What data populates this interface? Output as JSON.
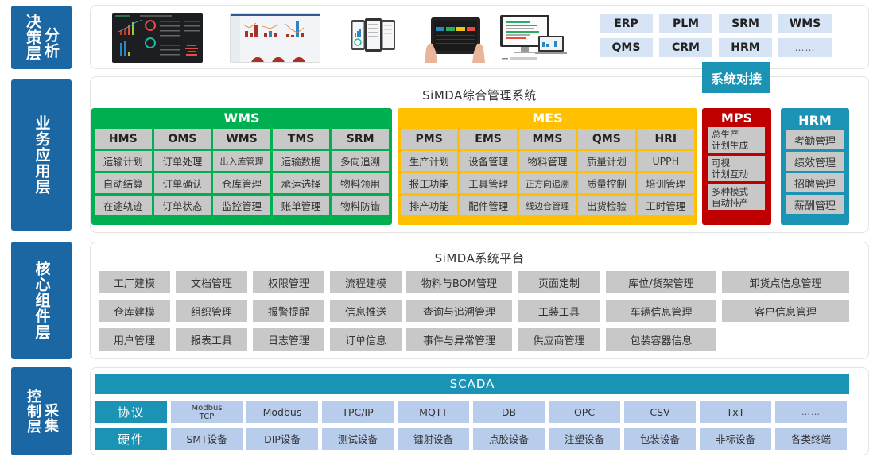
{
  "layers": {
    "decision": {
      "label_a": "决策层",
      "label_b": "分析"
    },
    "business": {
      "label": "业务应用层"
    },
    "core": {
      "label": "核心组件层"
    },
    "control": {
      "label_a": "控制层",
      "label_b": "采集"
    }
  },
  "decision_panel": {
    "visuals": [
      "dark-dashboard-screenshot",
      "light-dashboard-screenshot",
      "mobile-phones-image",
      "tablet-in-hands-image",
      "desktop-and-laptop-image"
    ],
    "external_systems": [
      "ERP",
      "PLM",
      "SRM",
      "WMS",
      "QMS",
      "CRM",
      "HRM",
      "……"
    ],
    "integration_badge": "系统对接"
  },
  "business_panel": {
    "title": "SiMDA综合管理系统",
    "colors": {
      "wms": "#00b050",
      "mes": "#ffc000",
      "mps": "#c00000",
      "hrm": "#1a93b5"
    },
    "wms": {
      "title": "WMS",
      "columns": [
        {
          "head": "HMS",
          "items": [
            "运输计划",
            "自动结算",
            "在途轨迹"
          ]
        },
        {
          "head": "OMS",
          "items": [
            "订单处理",
            "订单确认",
            "订单状态"
          ]
        },
        {
          "head": "WMS",
          "items": [
            "出入库管理",
            "仓库管理",
            "监控管理"
          ]
        },
        {
          "head": "TMS",
          "items": [
            "运输数据",
            "承运选择",
            "账单管理"
          ]
        },
        {
          "head": "SRM",
          "items": [
            "多向追溯",
            "物料领用",
            "物料防错"
          ]
        }
      ]
    },
    "mes": {
      "title": "MES",
      "columns": [
        {
          "head": "PMS",
          "items": [
            "生产计划",
            "报工功能",
            "排产功能"
          ]
        },
        {
          "head": "EMS",
          "items": [
            "设备管理",
            "工具管理",
            "配件管理"
          ]
        },
        {
          "head": "MMS",
          "items": [
            "物料管理",
            "正方向追溯",
            "线边仓管理"
          ]
        },
        {
          "head": "QMS",
          "items": [
            "质量计划",
            "质量控制",
            "出货检验"
          ]
        },
        {
          "head": "HRI",
          "items": [
            "UPPH",
            "培训管理",
            "工时管理"
          ]
        }
      ]
    },
    "mps": {
      "title": "MPS",
      "items": [
        {
          "line1": "总生产",
          "line2": "计划生成"
        },
        {
          "line1": "可视",
          "line2": "计划互动"
        },
        {
          "line1": "多种模式",
          "line2": "自动排产"
        }
      ]
    },
    "hrm": {
      "title": "HRM",
      "items": [
        "考勤管理",
        "绩效管理",
        "招聘管理",
        "薪酬管理"
      ]
    }
  },
  "core_panel": {
    "title": "SiMDA系统平台",
    "rows": [
      [
        "工厂建模",
        "文档管理",
        "权限管理",
        "流程建模",
        "物料与BOM管理",
        "页面定制",
        "库位/货架管理",
        "卸货点信息管理"
      ],
      [
        "仓库建模",
        "组织管理",
        "报警提醒",
        "信息推送",
        "查询与追溯管理",
        "工装工具",
        "车辆信息管理",
        "客户信息管理"
      ],
      [
        "用户管理",
        "报表工具",
        "日志管理",
        "订单信息",
        "事件与异常管理",
        "供应商管理",
        "包装容器信息"
      ]
    ]
  },
  "control_panel": {
    "title": "SCADA",
    "protocol": {
      "label": "协议",
      "items": [
        {
          "line1": "Modbus",
          "line2": "TCP"
        },
        {
          "line1": "Modbus"
        },
        {
          "line1": "TPC/IP"
        },
        {
          "line1": "MQTT"
        },
        {
          "line1": "DB"
        },
        {
          "line1": "OPC"
        },
        {
          "line1": "CSV"
        },
        {
          "line1": "TxT"
        },
        {
          "line1": "……"
        }
      ]
    },
    "hardware": {
      "label": "硬件",
      "items": [
        "SMT设备",
        "DIP设备",
        "测试设备",
        "镭射设备",
        "点胶设备",
        "注塑设备",
        "包装设备",
        "非标设备",
        "各类终端"
      ]
    }
  }
}
